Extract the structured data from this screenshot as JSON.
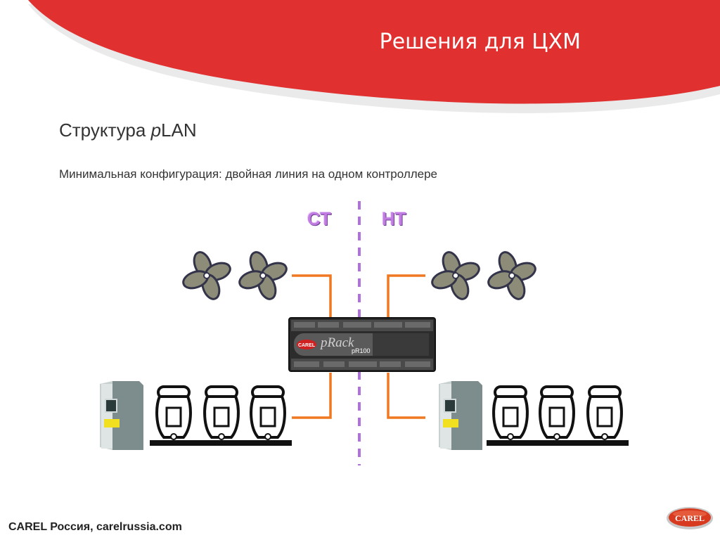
{
  "header": {
    "title": "Решения для ЦХМ"
  },
  "section": {
    "heading_prefix": "Структура ",
    "heading_italic": "p",
    "heading_suffix": "LAN",
    "subtitle": "Минимальная конфигурация: двойная линия на одном контроллере"
  },
  "diagram": {
    "left_line_label": "СТ",
    "right_line_label": "НТ",
    "controller": {
      "brand": "CAREL",
      "name": "pRack",
      "model": "pR100"
    },
    "connector_color": "#f07820",
    "divider_color": "#b070e0"
  },
  "footer": {
    "text": "CAREL Россия, carelrussia.com",
    "logo": "CAREL"
  },
  "colors": {
    "banner": "#e03030",
    "label": "#c07ce0"
  }
}
